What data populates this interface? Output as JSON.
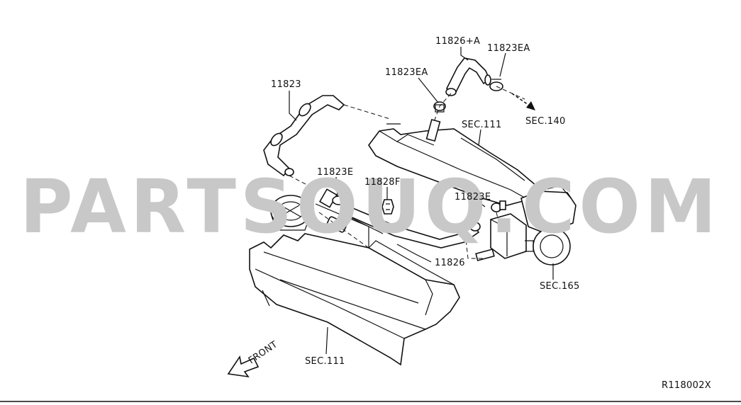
{
  "watermark": "PARTSOUQ.COM",
  "diagram_code": "R118002X",
  "front_label": "FRONT",
  "labels": {
    "p11826a": "11826+A",
    "p11823ea_right": "11823EA",
    "p11823ea_left": "11823EA",
    "p11823": "11823",
    "sec140": "SEC.140",
    "sec111_top": "SEC.111",
    "p11823e_left": "11823E",
    "p11828f": "11828F",
    "p11823e_right": "11823E",
    "p11826": "11826",
    "sec165": "SEC.165",
    "sec111_bottom": "SEC.111"
  }
}
